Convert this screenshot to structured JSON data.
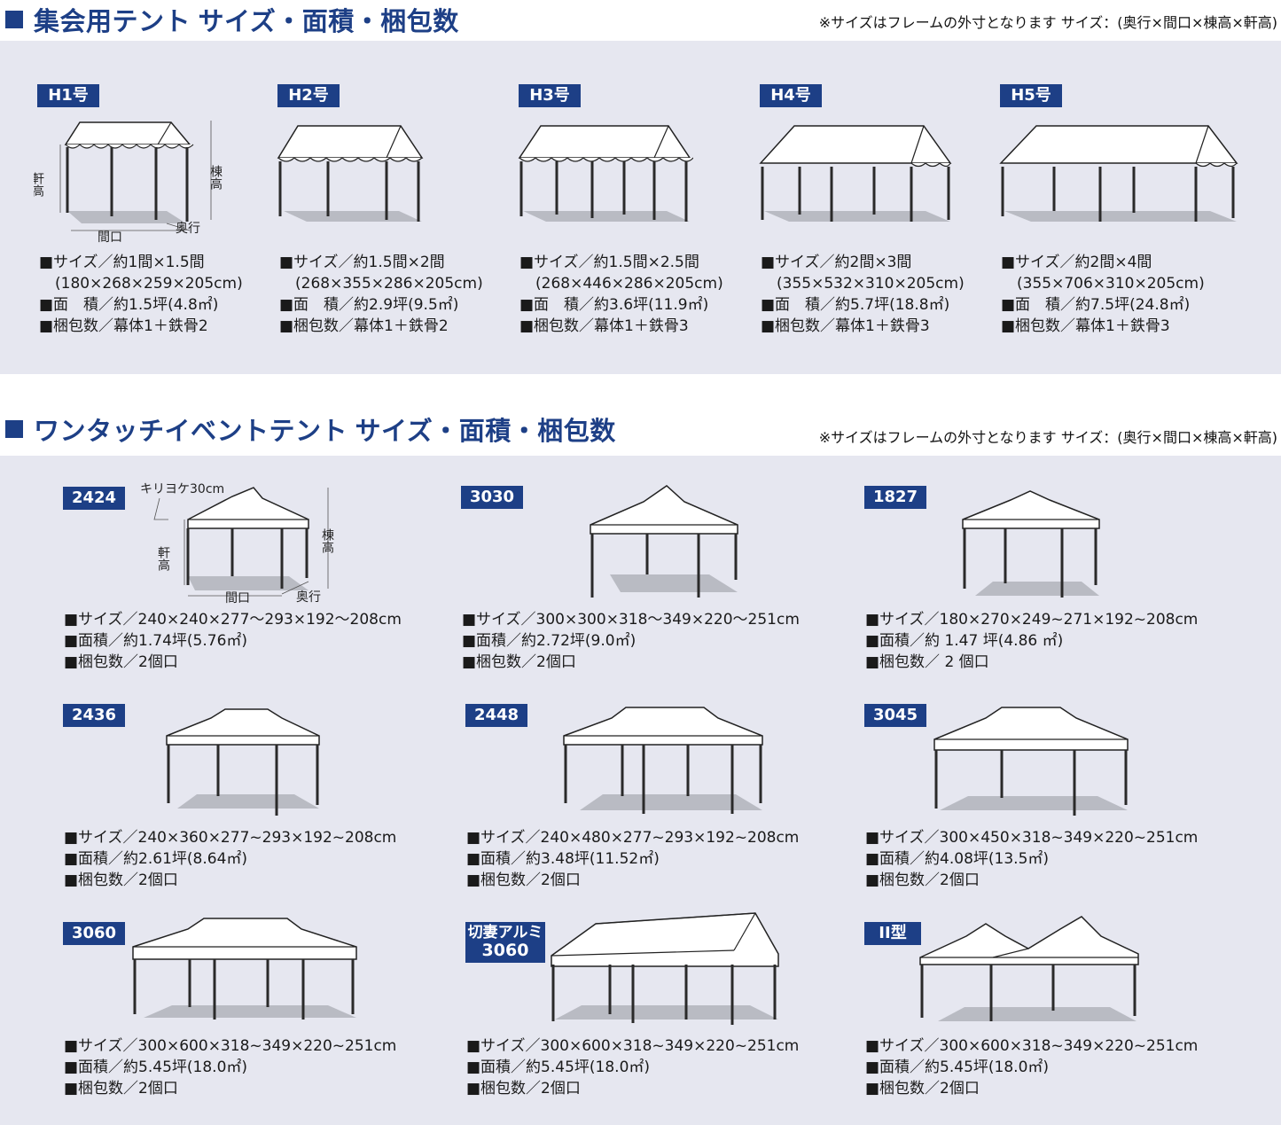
{
  "section1": {
    "title": "集会用テント サイズ・面積・梱包数",
    "note": "※サイズはフレームの外寸となります サイズ：(奥行×間口×棟高×軒高)",
    "dims": {
      "eave": "軒高",
      "ridge": "棟高",
      "width": "間口",
      "depth": "奥行"
    },
    "items": [
      {
        "badge": "H1号",
        "size": "■サイズ／約1間×1.5間",
        "size2": "(180×268×259×205cm)",
        "area": "■面　積／約1.5坪(4.8㎡)",
        "pack": "■梱包数／幕体1＋鉄骨2"
      },
      {
        "badge": "H2号",
        "size": "■サイズ／約1.5間×2間",
        "size2": "(268×355×286×205cm)",
        "area": "■面　積／約2.9坪(9.5㎡)",
        "pack": "■梱包数／幕体1＋鉄骨2"
      },
      {
        "badge": "H3号",
        "size": "■サイズ／約1.5間×2.5間",
        "size2": "(268×446×286×205cm)",
        "area": "■面　積／約3.6坪(11.9㎡)",
        "pack": "■梱包数／幕体1＋鉄骨3"
      },
      {
        "badge": "H4号",
        "size": "■サイズ／約2間×3間",
        "size2": "(355×532×310×205cm)",
        "area": "■面　積／約5.7坪(18.8㎡)",
        "pack": "■梱包数／幕体1＋鉄骨3"
      },
      {
        "badge": "H5号",
        "size": "■サイズ／約2間×4間",
        "size2": "(355×706×310×205cm)",
        "area": "■面　積／約7.5坪(24.8㎡)",
        "pack": "■梱包数／幕体1＋鉄骨3"
      }
    ]
  },
  "section2": {
    "title": "ワンタッチイベントテント サイズ・面積・梱包数",
    "note": "※サイズはフレームの外寸となります サイズ：(奥行×間口×棟高×軒高)",
    "dims": {
      "kiri": "キリヨケ30cm",
      "eave": "軒高",
      "ridge": "棟高",
      "width": "間口",
      "depth": "奥行"
    },
    "items": [
      {
        "badge": "2424",
        "size": "■サイズ／240×240×277〜293×192〜208cm",
        "area": "■面積／約1.74坪(5.76㎡)",
        "pack": "■梱包数／2個口"
      },
      {
        "badge": "3030",
        "size": "■サイズ／300×300×318〜349×220〜251cm",
        "area": "■面積／約2.72坪(9.0㎡)",
        "pack": "■梱包数／2個口"
      },
      {
        "badge": "1827",
        "size": "■サイズ／180×270×249~271×192~208cm",
        "area": "■面積／約 1.47 坪(4.86 ㎡)",
        "pack": "■梱包数／ 2 個口"
      },
      {
        "badge": "2436",
        "size": "■サイズ／240×360×277~293×192~208cm",
        "area": "■面積／約2.61坪(8.64㎡)",
        "pack": "■梱包数／2個口"
      },
      {
        "badge": "2448",
        "size": "■サイズ／240×480×277~293×192~208cm",
        "area": "■面積／約3.48坪(11.52㎡)",
        "pack": "■梱包数／2個口"
      },
      {
        "badge": "3045",
        "size": "■サイズ／300×450×318~349×220~251cm",
        "area": "■面積／約4.08坪(13.5㎡)",
        "pack": "■梱包数／2個口"
      },
      {
        "badge": "3060",
        "size": "■サイズ／300×600×318~349×220~251cm",
        "area": "■面積／約5.45坪(18.0㎡)",
        "pack": "■梱包数／2個口"
      },
      {
        "badge": "切妻アルミ",
        "badge2": "3060",
        "size": "■サイズ／300×600×318~349×220~251cm",
        "area": "■面積／約5.45坪(18.0㎡)",
        "pack": "■梱包数／2個口"
      },
      {
        "badge": "II型",
        "size": "■サイズ／300×600×318~349×220~251cm",
        "area": "■面積／約5.45坪(18.0㎡)",
        "pack": "■梱包数／2個口"
      }
    ]
  }
}
